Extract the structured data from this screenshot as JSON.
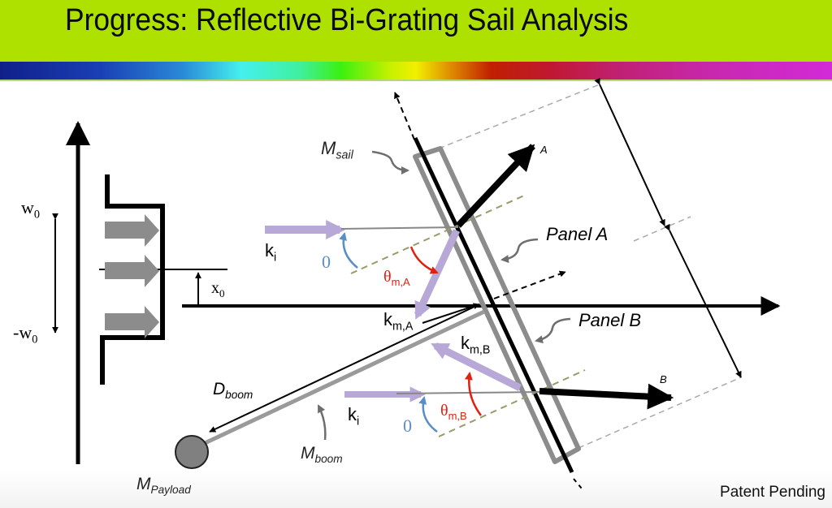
{
  "header": {
    "title": "Progress:  Reflective Bi-Grating Sail Analysis",
    "background_color": "#aee000",
    "spectrum_bar": "rainbow gradient blue→cyan→green→yellow→red→magenta"
  },
  "diagram": {
    "labels": {
      "w0": "w",
      "w0_sub": "0",
      "neg_w0": "-w",
      "neg_w0_sub": "0",
      "x0": "x",
      "x0_sub": "0",
      "m_sail": "M",
      "m_sail_sub": "sail",
      "ki_top": "k",
      "ki_top_sub": "i",
      "ki_bottom": "k",
      "ki_bottom_sub": "i",
      "theta_top": "0",
      "theta_bottom": "0",
      "theta_mA": "θ",
      "theta_mA_sub": "m,A",
      "theta_mB": "θ",
      "theta_mB_sub": "m,B",
      "km_A": "k",
      "km_A_sub": "m,A",
      "km_B": "k",
      "km_B_sub": "m,B",
      "panel_a": "Panel A",
      "panel_b": "Panel B",
      "force_a": "A",
      "force_b": "B",
      "d_boom": "D",
      "d_boom_sub": "boom",
      "m_boom": "M",
      "m_boom_sub": "boom",
      "m_payload": "M",
      "m_payload_sub": "Payload"
    },
    "colors": {
      "incident_beam": "#b8a8d8",
      "theta_arc": "#5b8ec8",
      "diffraction_arc": "#e02010",
      "sail_frame": "#8c8c8c",
      "grating_normal": "#9a9a6a",
      "payload": "#808080"
    }
  },
  "footer": {
    "patent_text": "Patent Pending"
  }
}
